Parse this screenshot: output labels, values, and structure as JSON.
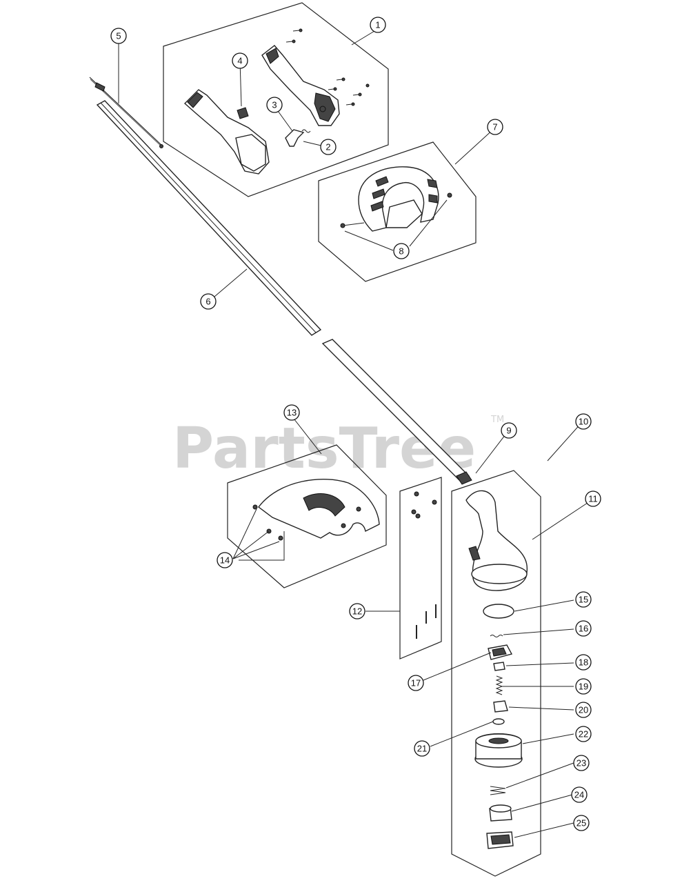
{
  "watermark": {
    "text": "PartsTree",
    "trademark": "TM"
  },
  "callouts": [
    {
      "id": "1",
      "label": "1"
    },
    {
      "id": "2",
      "label": "2"
    },
    {
      "id": "3",
      "label": "3"
    },
    {
      "id": "4",
      "label": "4"
    },
    {
      "id": "5",
      "label": "5"
    },
    {
      "id": "6",
      "label": "6"
    },
    {
      "id": "7",
      "label": "7"
    },
    {
      "id": "8",
      "label": "8"
    },
    {
      "id": "9",
      "label": "9"
    },
    {
      "id": "10",
      "label": "10"
    },
    {
      "id": "11",
      "label": "11"
    },
    {
      "id": "12",
      "label": "12"
    },
    {
      "id": "13",
      "label": "13"
    },
    {
      "id": "14",
      "label": "14"
    },
    {
      "id": "15",
      "label": "15"
    },
    {
      "id": "16",
      "label": "16"
    },
    {
      "id": "17",
      "label": "17"
    },
    {
      "id": "18",
      "label": "18"
    },
    {
      "id": "19",
      "label": "19"
    },
    {
      "id": "20",
      "label": "20"
    },
    {
      "id": "21",
      "label": "21"
    },
    {
      "id": "22",
      "label": "22"
    },
    {
      "id": "23",
      "label": "23"
    },
    {
      "id": "24",
      "label": "24"
    },
    {
      "id": "25",
      "label": "25"
    }
  ]
}
